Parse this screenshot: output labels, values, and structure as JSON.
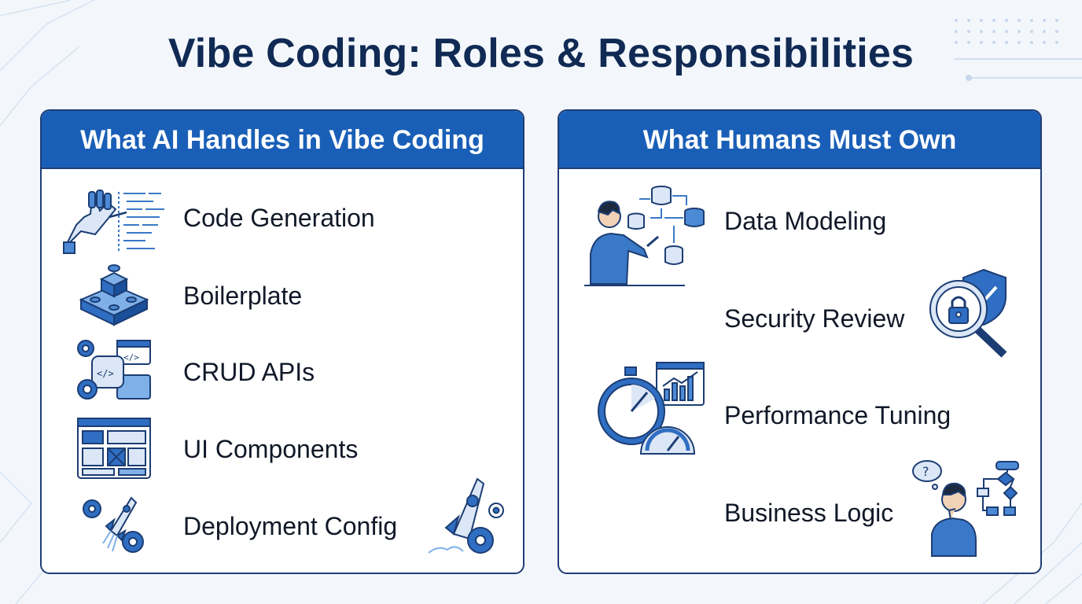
{
  "title": "Vibe Coding: Roles & Responsibilities",
  "left_panel": {
    "header": "What AI Handles in Vibe Coding",
    "items": [
      {
        "label": "Code Generation",
        "icon": "robot-hand-code-icon"
      },
      {
        "label": "Boilerplate",
        "icon": "building-blocks-icon"
      },
      {
        "label": "CRUD APIs",
        "icon": "gears-code-window-icon"
      },
      {
        "label": "UI Components",
        "icon": "ui-layout-window-icon"
      },
      {
        "label": "Deployment Config",
        "icon": "rocket-gears-icon"
      }
    ]
  },
  "right_panel": {
    "header": "What Humans Must Own",
    "items": [
      {
        "label": "Data Modeling",
        "icon": "person-database-diagram-icon"
      },
      {
        "label": "Security Review",
        "icon": "lock-shield-magnifier-icon"
      },
      {
        "label": "Performance Tuning",
        "icon": "stopwatch-gauge-chart-icon"
      },
      {
        "label": "Business Logic",
        "icon": "thinking-person-flowchart-icon"
      }
    ]
  },
  "colors": {
    "accent": "#1a5fb7",
    "title": "#102a54",
    "border": "#1f3e75",
    "background": "#f3f7fc"
  }
}
